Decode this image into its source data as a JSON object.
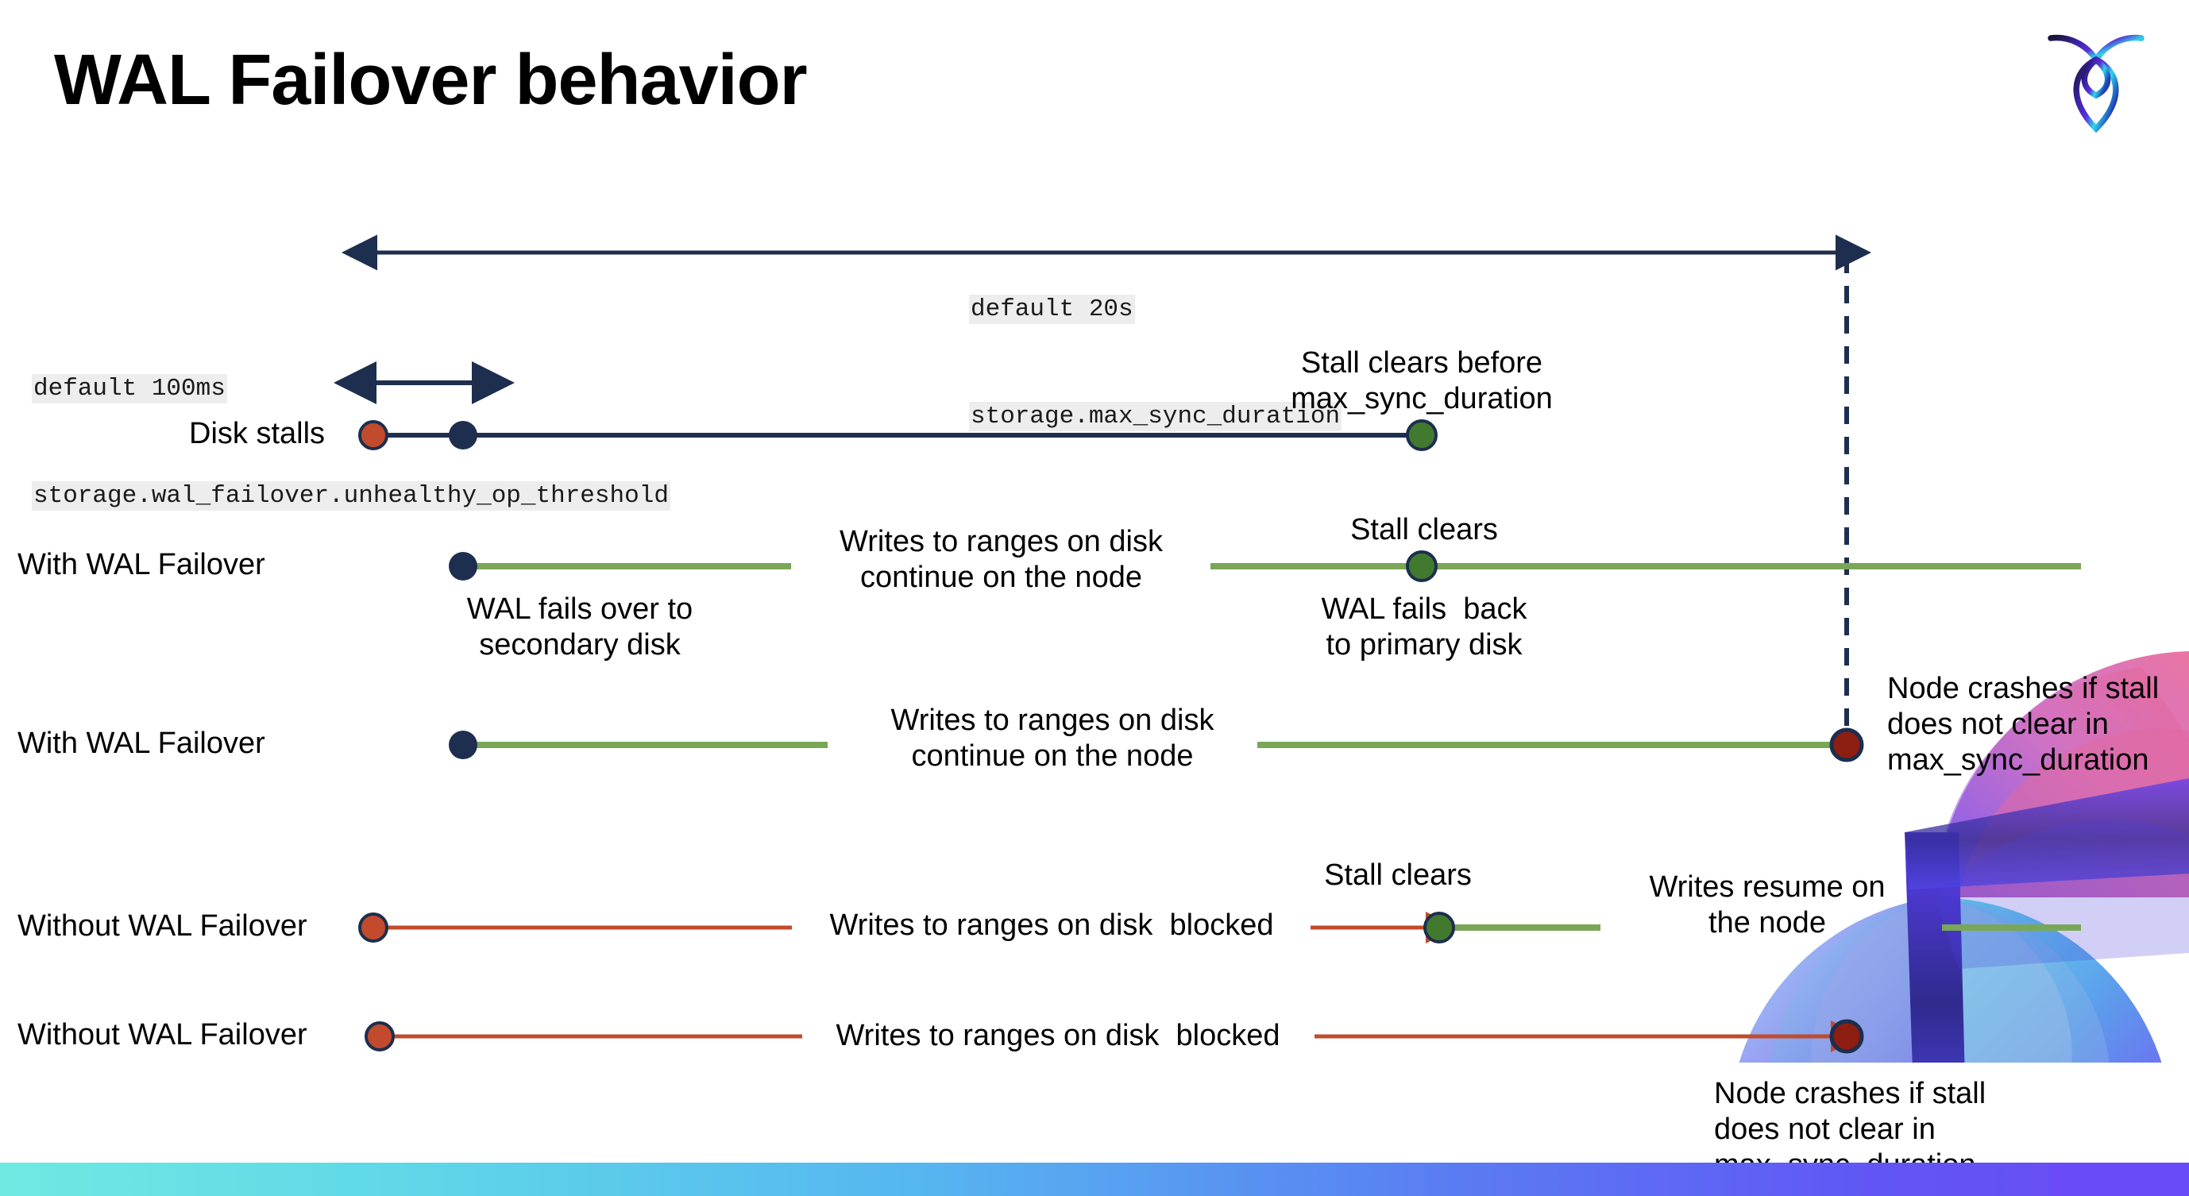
{
  "slide": {
    "title": "WAL Failover behavior",
    "logo_name": "cockroachdb-logo"
  },
  "settings": {
    "max_sync": {
      "default_label": "default 20s",
      "setting_name": "storage.max_sync_duration"
    },
    "unhealthy_op": {
      "default_label": "default 100ms",
      "setting_name": "storage.wal_failover.unhealthy_op_threshold"
    }
  },
  "rows": [
    {
      "label": "Disk stalls",
      "note_top": "Stall clears before\nmax_sync_duration"
    },
    {
      "label": "With WAL Failover",
      "note_mid": "Writes to ranges on disk\ncontinue on the node",
      "note_top": "Stall clears",
      "note_bottom_left": "WAL fails over to\nsecondary disk",
      "note_bottom_right": "WAL fails  back\nto primary disk"
    },
    {
      "label": "With WAL Failover",
      "note_mid": "Writes to ranges on disk\ncontinue on the node",
      "note_right": "Node crashes if stall\ndoes not clear in\nmax_sync_duration"
    },
    {
      "label": "Without WAL Failover",
      "note_mid": "Writes to ranges on disk  blocked",
      "note_top": "Stall clears",
      "note_right": "Writes resume on\nthe node"
    },
    {
      "label": "Without WAL Failover",
      "note_mid": "Writes to ranges on disk  blocked",
      "note_callout": "Node crashes if stall\ndoes not clear in\nmax_sync_duration"
    }
  ],
  "colors": {
    "navy": "#1d2e4e",
    "orange": "#c24b2d",
    "green_line": "#7aa757",
    "green_dot": "#417a2e",
    "dark_red": "#8e1d12",
    "code_bg": "#ededed",
    "bar_start": "#6fe9e2",
    "bar_end": "#6a4bf7"
  }
}
